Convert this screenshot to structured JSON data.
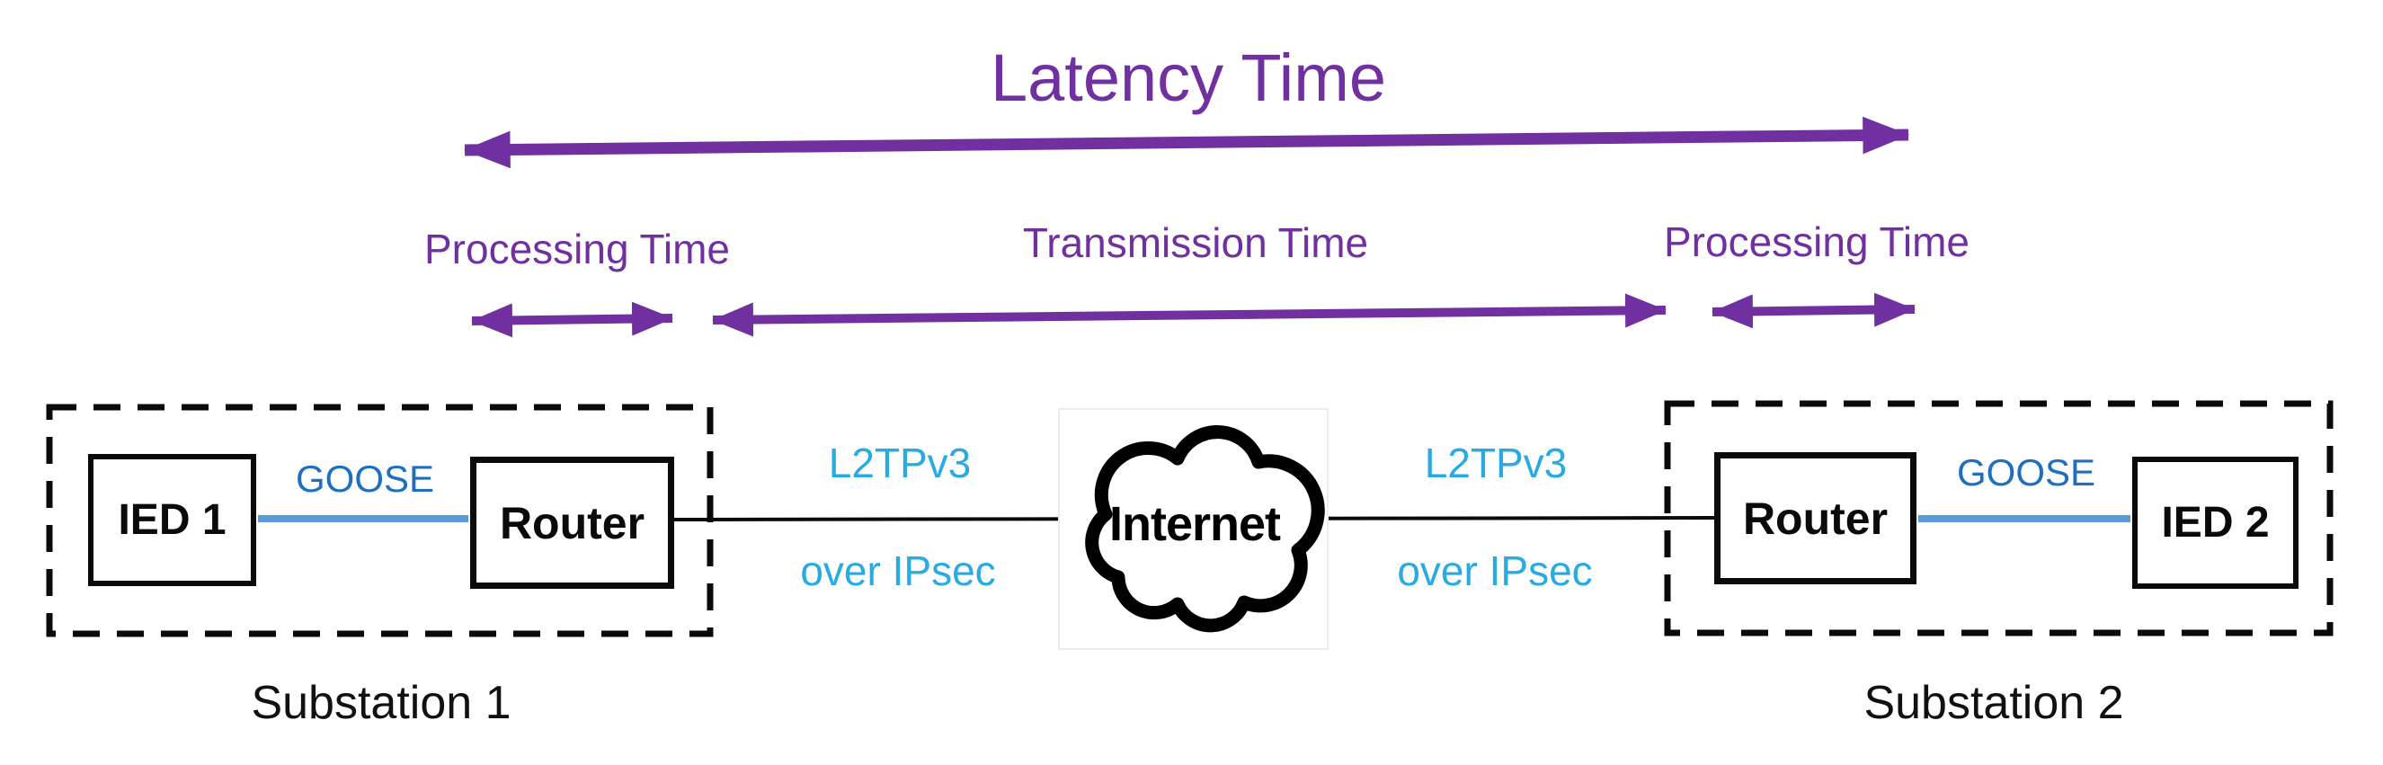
{
  "diagram_title": "Latency Time",
  "timing": {
    "latency_label": "Latency Time",
    "processing_left_label": "Processing Time",
    "transmission_label": "Transmission Time",
    "processing_right_label": "Processing Time"
  },
  "substation1": {
    "label": "Substation 1",
    "ied_label": "IED 1",
    "router_label": "Router",
    "goose_label": "GOOSE"
  },
  "substation2": {
    "label": "Substation 2",
    "ied_label": "IED 2",
    "router_label": "Router",
    "goose_label": "GOOSE"
  },
  "wan": {
    "cloud_label": "Internet",
    "tunnel_left_line1": "L2TPv3",
    "tunnel_left_line2": "over IPsec",
    "tunnel_right_line1": "L2TPv3",
    "tunnel_right_line2": "over IPsec"
  },
  "colors": {
    "timing_purple": "#7030A0",
    "goose_text_blue": "#1F6FC0",
    "goose_line_blue": "#5B9BD5",
    "tunnel_cyan": "#29ABE2",
    "diagram_black": "#0a0a0a"
  }
}
